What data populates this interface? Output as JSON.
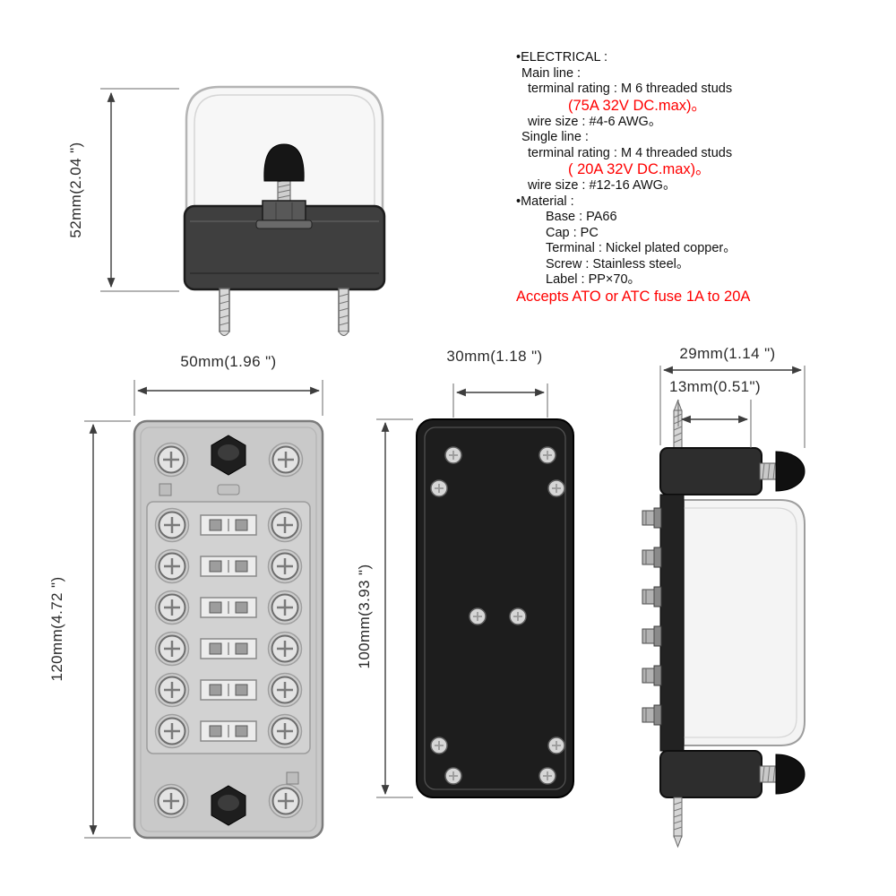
{
  "colors": {
    "accent_red": "#ff0000",
    "drawing_line": "#3d3d3d",
    "body_dark": "#1d1d1d",
    "body_gray": "#c9c9c9"
  },
  "specs": {
    "lines": [
      {
        "text": "•ELECTRICAL :"
      },
      {
        "text": "Main line :"
      },
      {
        "text": "terminal rating : M 6 threaded studs"
      },
      {
        "text": "(75A 32V DC.max)。"
      },
      {
        "text": "wire size : #4-6 AWG。"
      },
      {
        "text": "Single line :"
      },
      {
        "text": "terminal rating : M 4 threaded studs"
      },
      {
        "text": "( 20A 32V DC.max)。"
      },
      {
        "text": "wire size : #12-16 AWG。"
      },
      {
        "text": "•Material :"
      },
      {
        "text": "Base : PA66"
      },
      {
        "text": "Cap : PC"
      },
      {
        "text": "Terminal : Nickel plated copper。"
      },
      {
        "text": "Screw : Stainless steel。"
      },
      {
        "text": "Label : PP×70。"
      },
      {
        "text": "Accepts ATO or ATC fuse  1A to 20A"
      }
    ]
  },
  "dimensions": {
    "side_height": "52mm(2.04 \")",
    "front_width": "50mm(1.96 \")",
    "front_height": "120mm(4.72 \")",
    "back_width": "30mm(1.18 \")",
    "back_height": "100mm(3.93 \")",
    "sideview_width": "29mm(1.14 \")",
    "sideview_offset": "13mm(0.51\")"
  }
}
